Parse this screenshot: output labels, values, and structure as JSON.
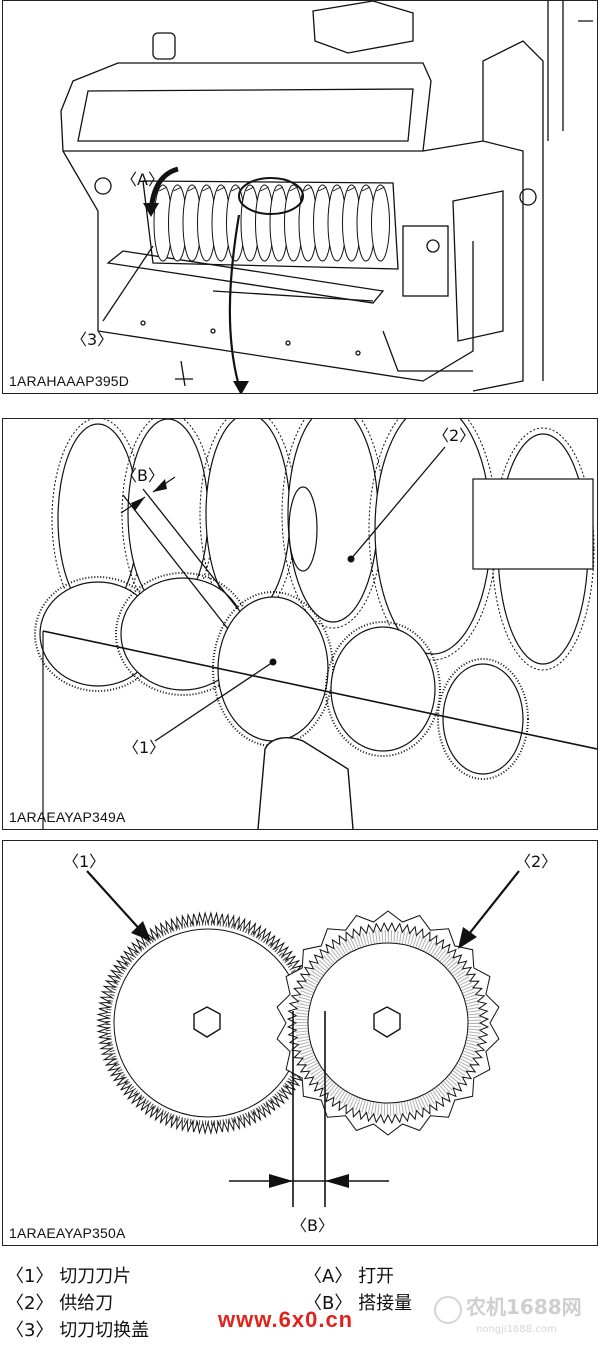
{
  "figures": [
    {
      "code": "1ARAHAAAP395D",
      "labels": {
        "a": "〈A〉",
        "three": "〈3〉"
      }
    },
    {
      "code": "1ARAEAYAP349A",
      "labels": {
        "b": "〈B〉",
        "two": "〈2〉",
        "one": "〈1〉"
      }
    },
    {
      "code": "1ARAEAYAP350A",
      "labels": {
        "one": "〈1〉",
        "two": "〈2〉",
        "b": "〈B〉"
      }
    }
  ],
  "legend": [
    {
      "key": "〈1〉",
      "text": "切刀刀片"
    },
    {
      "key": "〈2〉",
      "text": "供给刀"
    },
    {
      "key": "〈3〉",
      "text": "切刀切换盖"
    },
    {
      "key": "〈A〉",
      "text": "打开"
    },
    {
      "key": "〈B〉",
      "text": "搭接量"
    }
  ],
  "watermark": {
    "site": "www.6x0.cn",
    "logo_text": "农机1688网",
    "logo_sub": "nongji1688.com"
  }
}
